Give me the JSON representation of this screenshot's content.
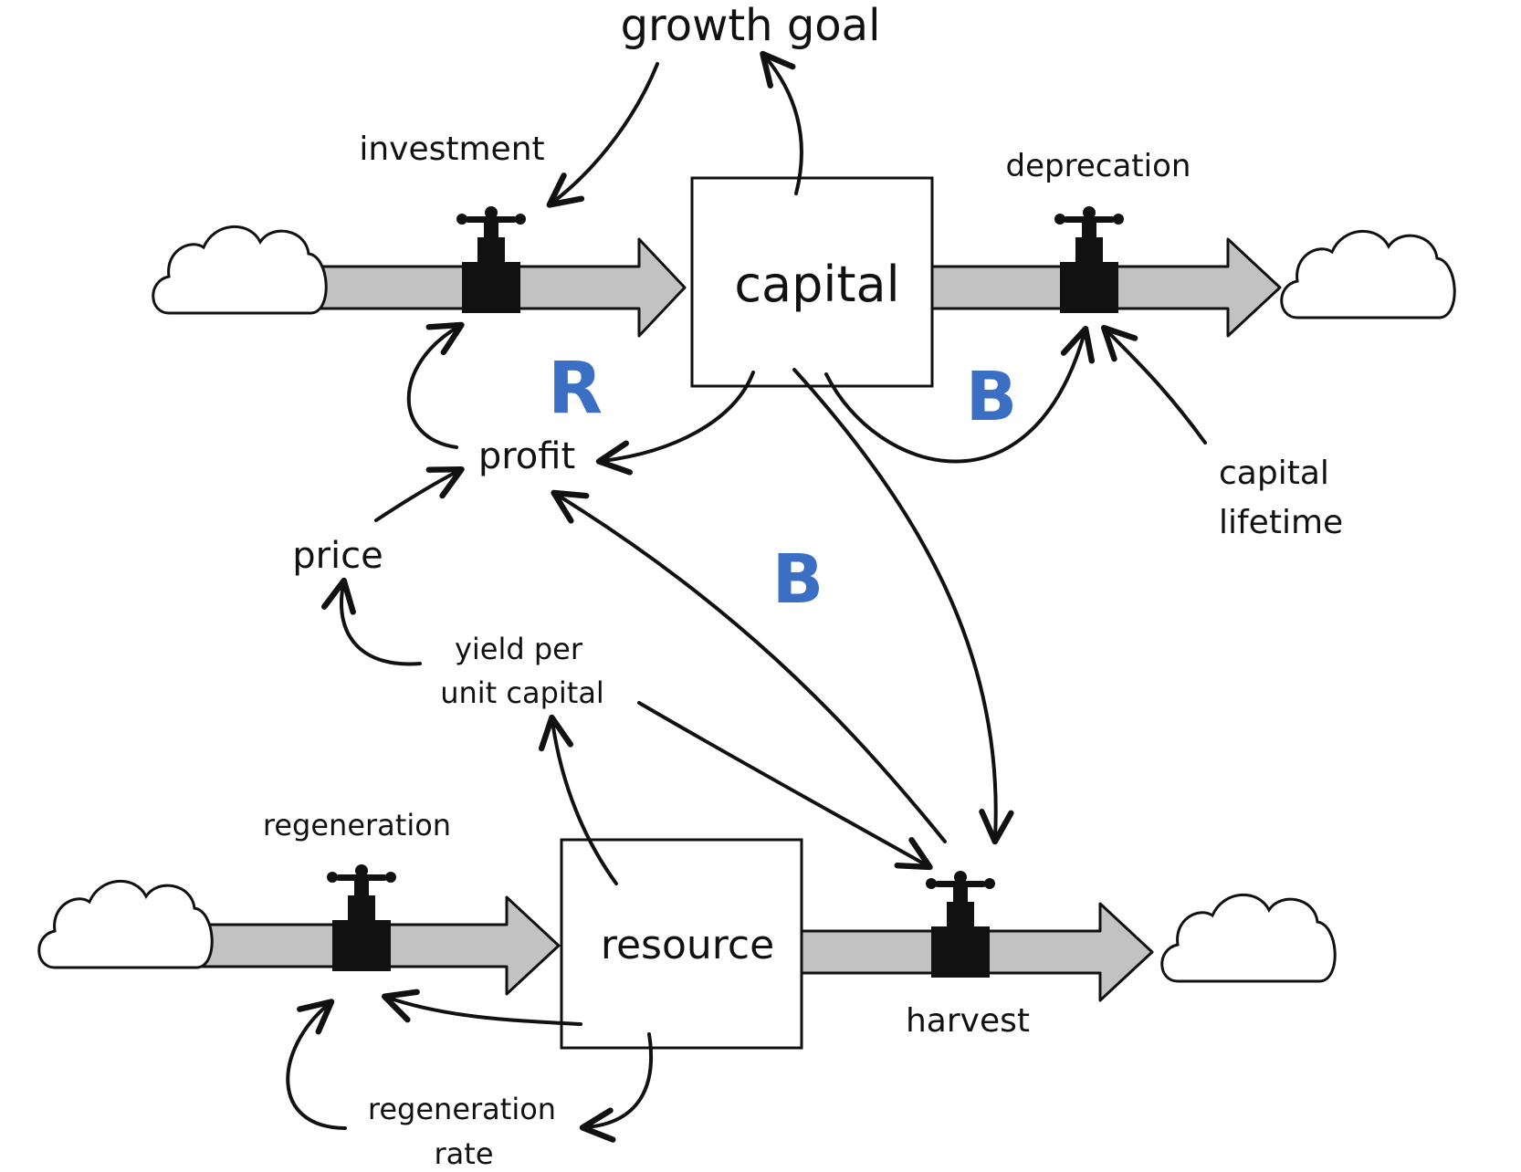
{
  "labels": {
    "growth_goal": "growth goal",
    "investment": "investment",
    "capital": "capital",
    "deprecation": "deprecation",
    "profit": "profit",
    "capital_lifetime_line1": "capital",
    "capital_lifetime_line2": "lifetime",
    "price": "price",
    "yield_line1": "yield per",
    "yield_line2": "unit capital",
    "regeneration": "regeneration",
    "resource": "resource",
    "harvest": "harvest",
    "regen_rate_line1": "regeneration",
    "regen_rate_line2": "rate"
  },
  "loops": {
    "reinforcing": "R",
    "balancing_capital": "B",
    "balancing_harvest": "B"
  },
  "colors": {
    "loop_label": "#3a6fc4",
    "pipe_fill": "#c2c2c2",
    "valve": "#111111"
  }
}
